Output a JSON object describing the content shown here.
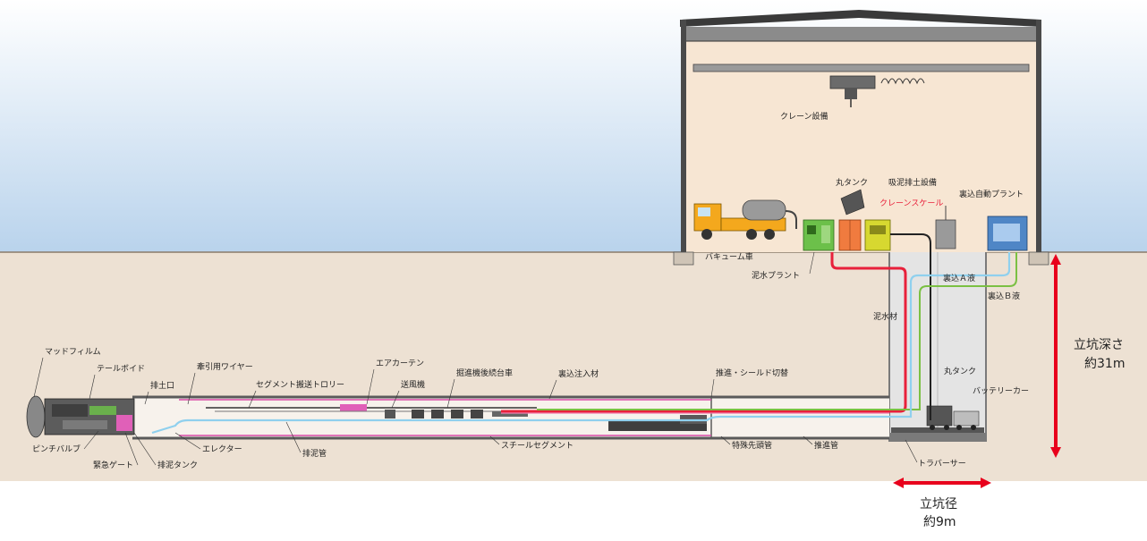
{
  "labels": {
    "crane": "クレーン設備",
    "maru_tank_top": "丸タンク",
    "suction_equipment": "吸泥排土設備",
    "crane_scale": "クレーンスケール",
    "backfill_plant": "裏込自動プラント",
    "vacuum_car": "バキューム車",
    "slurry_plant": "泥水プラント",
    "backfill_a": "裏込Ａ液",
    "backfill_b": "裏込Ｂ液",
    "slurry_material": "泥水材",
    "maru_tank_shaft": "丸タンク",
    "battery_car": "バッテリーカー",
    "traverser": "トラバーサー",
    "mud_film": "マッドフィルム",
    "tail_void": "テールボイド",
    "discharge_port": "排土口",
    "pulling_wire": "牽引用ワイヤー",
    "segment_trolley": "セグメント搬送トロリー",
    "air_curtain": "エアカーテン",
    "rear_carriage": "掘進機後続台車",
    "blower": "送風機",
    "backfill_injection": "裏込注入材",
    "switching": "推進・シールド切替",
    "pinch_valve": "ピンチバルブ",
    "emergency_gate": "緊急ゲート",
    "mud_tank": "排泥タンク",
    "erector": "エレクター",
    "mud_pipe": "排泥管",
    "steel_segment": "スチールセグメント",
    "special_pipe": "特殊先頭管",
    "jacking_pipe": "推進管"
  },
  "dimensions": {
    "depth_title": "立坑深さ",
    "depth_value": "約31m",
    "diameter_title": "立坑径",
    "diameter_value": "約9m"
  },
  "colors": {
    "sky": "#b9d3ec",
    "ground": "#ede1d3",
    "building_interior": "#f7e6d3",
    "building_frame": "#4a4a4a",
    "slurry_line": "#e8203a",
    "backfill_a_line": "#7bc043",
    "return_line": "#8fd0ee",
    "dimension_arrow": "#e8001c",
    "vacuum_truck": "#f4a81d",
    "slurry_plant": "#6cc04a",
    "maru_tank": "#f07b3f",
    "suction_unit": "#d7d830",
    "backfill_plant": "#4f86c6"
  }
}
